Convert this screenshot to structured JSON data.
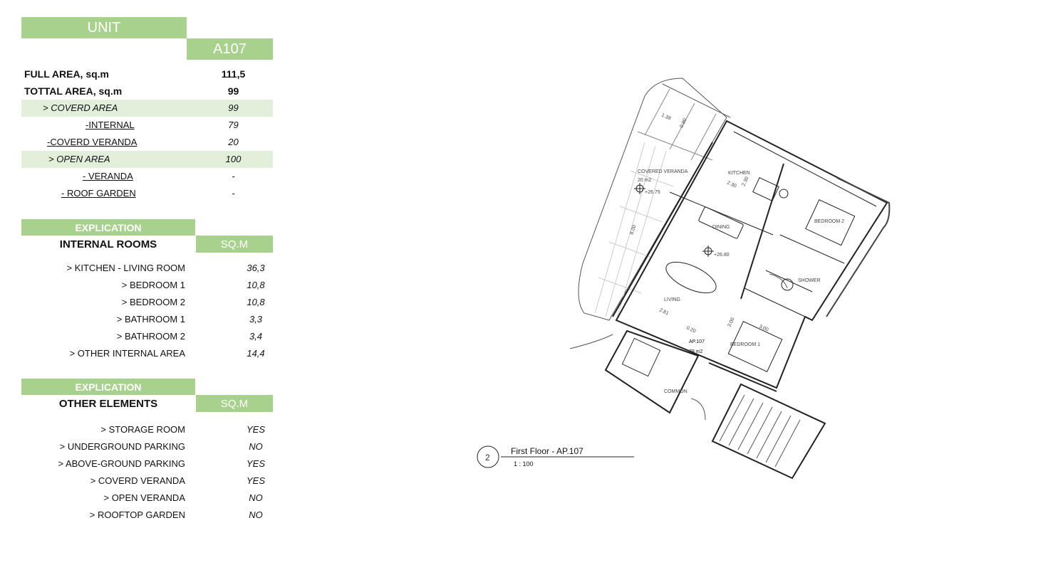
{
  "unit": {
    "header": "UNIT",
    "code": "A107"
  },
  "areas": [
    {
      "label": "FULL AREA, sq.m",
      "value": "111,5"
    },
    {
      "label": "TOTTAL AREA, sq.m",
      "value": "99"
    },
    {
      "label": "> COVERD AREA",
      "value": "99"
    },
    {
      "label": "-INTERNAL",
      "value": "79"
    },
    {
      "label": "-COVERD VERANDA",
      "value": "20"
    },
    {
      "label": "> OPEN AREA",
      "value": "100"
    },
    {
      "label": "- VERANDA",
      "value": "-"
    },
    {
      "label": "- ROOF GARDEN",
      "value": "-"
    }
  ],
  "internal": {
    "explication": "EXPLICATION",
    "title": "INTERNAL ROOMS",
    "unit": "SQ.M",
    "rows": [
      {
        "label": "> KITCHEN - LIVING ROOM",
        "value": "36,3"
      },
      {
        "label": "> BEDROOM 1",
        "value": "10,8"
      },
      {
        "label": "> BEDROOM 2",
        "value": "10,8"
      },
      {
        "label": "> BATHROOM 1",
        "value": "3,3"
      },
      {
        "label": "> BATHROOM 2",
        "value": "3,4"
      },
      {
        "label": "> OTHER INTERNAL AREA",
        "value": "14,4"
      }
    ]
  },
  "other": {
    "explication": "EXPLICATION",
    "title": "OTHER ELEMENTS",
    "unit": "SQ.M",
    "rows": [
      {
        "label": "> STORAGE ROOM",
        "value": "YES"
      },
      {
        "label": "> UNDERGROUND PARKING",
        "value": "NO"
      },
      {
        "label": "> ABOVE-GROUND PARKING",
        "value": "YES"
      },
      {
        "label": "> COVERD VERANDA",
        "value": "YES"
      },
      {
        "label": "> OPEN VERANDA",
        "value": "NO"
      },
      {
        "label": "> ROOFTOP GARDEN",
        "value": "NO"
      }
    ]
  },
  "plan": {
    "view_number": "2",
    "title": "First Floor - AP.107",
    "scale": "1 : 100",
    "labels": {
      "covered_veranda": "COVERED VERANDA",
      "covered_veranda_area": "20 m2",
      "level_1": "+26.75",
      "kitchen": "KITCHEN",
      "dining": "DINING",
      "level_2": "+26.80",
      "living": "LIVING",
      "bedroom_1": "BEDROOM 1",
      "bedroom_2": "BEDROOM 2",
      "shower": "SHOWER",
      "common": "COMMON",
      "apartment": "AP.107",
      "apartment_area": "79 m2",
      "dim_800": "8.00",
      "dim_230a": "2.30",
      "dim_230b": "2.30",
      "dim_281": "2.81",
      "dim_300a": "3.00",
      "dim_300b": "3.00",
      "dim_138": "1.38",
      "dim_090": "0.90",
      "dim_020": "0.20"
    }
  },
  "colors": {
    "header_green": "#a9d18e",
    "row_highlight": "#e2efda"
  }
}
